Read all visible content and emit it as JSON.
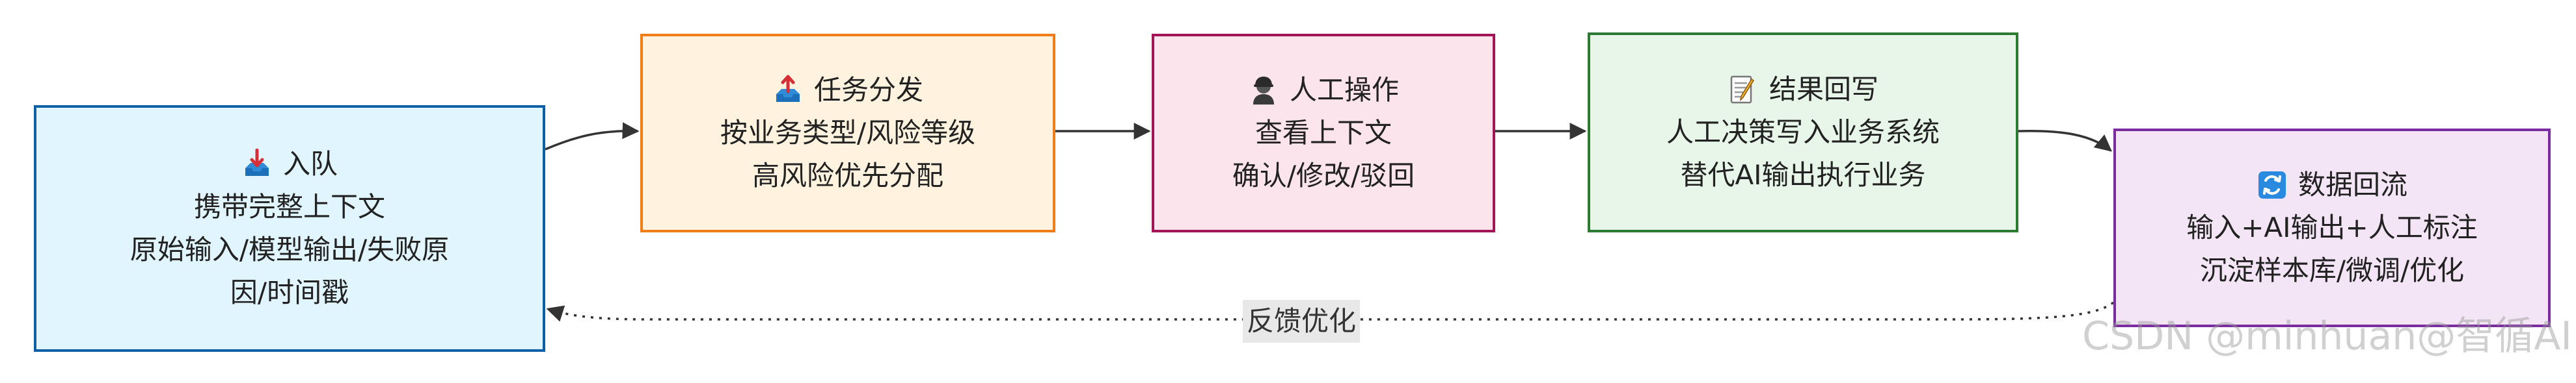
{
  "diagram": {
    "nodes": {
      "enqueue": {
        "title": "入队",
        "icon": "inbox-tray-icon",
        "lines": [
          "携带完整上下文",
          "原始输入/模型输出/失败原",
          "因/时间戳"
        ]
      },
      "dispatch": {
        "title": "任务分发",
        "icon": "outbox-tray-icon",
        "lines": [
          "按业务类型/风险等级",
          "高风险优先分配"
        ]
      },
      "operate": {
        "title": "人工操作",
        "icon": "worker-icon",
        "lines": [
          "查看上下文",
          "确认/修改/驳回"
        ]
      },
      "result": {
        "title": "结果回写",
        "icon": "memo-icon",
        "lines": [
          "人工决策写入业务系统",
          "替代AI输出执行业务"
        ]
      },
      "flow": {
        "title": "数据回流",
        "icon": "refresh-icon",
        "lines": [
          "输入+AI输出+人工标注",
          "沉淀样本库/微调/优化"
        ]
      }
    },
    "feedback_label": "反馈优化"
  },
  "watermark": "CSDN @minhuan@智循AI",
  "colors": {
    "enqueue_fill": "#e1f5fe",
    "enqueue_stroke": "#0d5fa6",
    "dispatch_fill": "#fff3e0",
    "dispatch_stroke": "#ef7d1a",
    "operate_fill": "#fce4ec",
    "operate_stroke": "#a31557",
    "result_fill": "#e8f5e9",
    "result_stroke": "#2c7a33",
    "flow_fill": "#f3e5f5",
    "flow_stroke": "#7b2da0",
    "edge": "#333333"
  }
}
